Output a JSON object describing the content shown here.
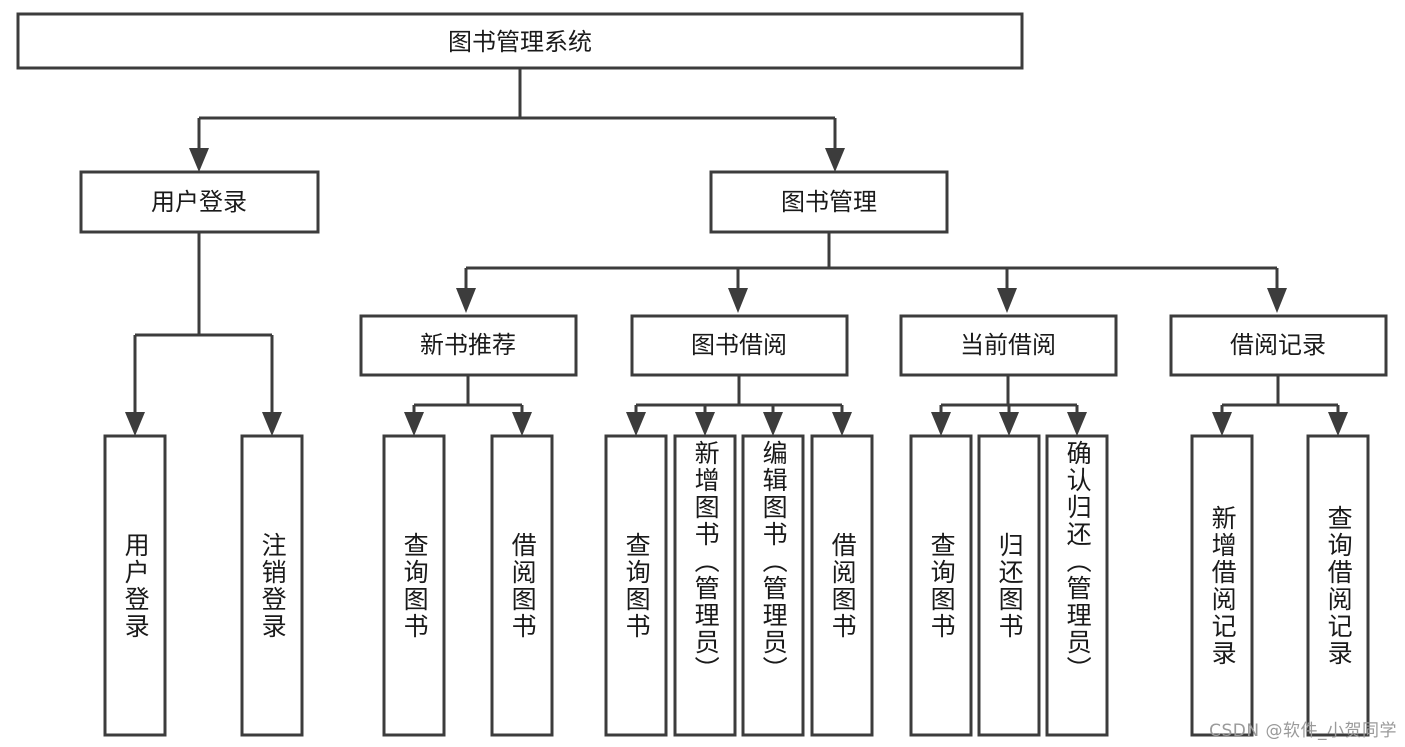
{
  "diagram": {
    "type": "tree-hierarchy-chart",
    "title": "图书管理系统",
    "background_color": "#ffffff",
    "line_color": "#3c3c3c",
    "text_color": "#1a1a1a",
    "levels": {
      "level1": [
        {
          "id": "root",
          "label": "图书管理系统",
          "orientation": "horizontal"
        }
      ],
      "level2": [
        {
          "id": "user-login",
          "label": "用户登录",
          "orientation": "horizontal",
          "parent": "root"
        },
        {
          "id": "book-manage",
          "label": "图书管理",
          "orientation": "horizontal",
          "parent": "root"
        }
      ],
      "level3": [
        {
          "id": "new-book-rec",
          "label": "新书推荐",
          "orientation": "horizontal",
          "parent": "book-manage"
        },
        {
          "id": "book-borrow",
          "label": "图书借阅",
          "orientation": "horizontal",
          "parent": "book-manage"
        },
        {
          "id": "current-borrow",
          "label": "当前借阅",
          "orientation": "horizontal",
          "parent": "book-manage"
        },
        {
          "id": "borrow-record",
          "label": "借阅记录",
          "orientation": "horizontal",
          "parent": "book-manage"
        }
      ],
      "level4": [
        {
          "id": "leaf-user-login",
          "label": "用户登录",
          "orientation": "vertical",
          "parent": "user-login"
        },
        {
          "id": "leaf-user-logout",
          "label": "注销登录",
          "orientation": "vertical",
          "parent": "user-login"
        },
        {
          "id": "leaf-rec-query",
          "label": "查询图书",
          "orientation": "vertical",
          "parent": "new-book-rec"
        },
        {
          "id": "leaf-rec-borrow",
          "label": "借阅图书",
          "orientation": "vertical",
          "parent": "new-book-rec"
        },
        {
          "id": "leaf-borrow-query",
          "label": "查询图书",
          "orientation": "vertical",
          "parent": "book-borrow"
        },
        {
          "id": "leaf-borrow-add",
          "label": "新增图书（管理员）",
          "orientation": "vertical",
          "parent": "book-borrow"
        },
        {
          "id": "leaf-borrow-edit",
          "label": "编辑图书（管理员）",
          "orientation": "vertical",
          "parent": "book-borrow"
        },
        {
          "id": "leaf-borrow-lend",
          "label": "借阅图书",
          "orientation": "vertical",
          "parent": "book-borrow"
        },
        {
          "id": "leaf-cur-query",
          "label": "查询图书",
          "orientation": "vertical",
          "parent": "current-borrow"
        },
        {
          "id": "leaf-cur-return",
          "label": "归还图书",
          "orientation": "vertical",
          "parent": "current-borrow"
        },
        {
          "id": "leaf-cur-confirm",
          "label": "确认归还（管理员）",
          "orientation": "vertical",
          "parent": "current-borrow"
        },
        {
          "id": "leaf-rec-add",
          "label": "新增借阅记录",
          "orientation": "vertical",
          "parent": "borrow-record"
        },
        {
          "id": "leaf-rec-search",
          "label": "查询借阅记录",
          "orientation": "vertical",
          "parent": "borrow-record"
        }
      ]
    }
  },
  "watermark": {
    "text": "CSDN @软件_小贺同学"
  }
}
